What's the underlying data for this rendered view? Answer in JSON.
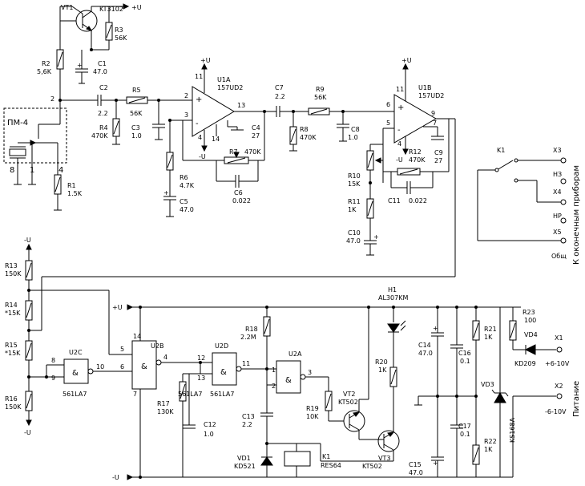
{
  "transistors": {
    "vt1": {
      "ref": "VT1",
      "type": "KT3102"
    },
    "vt2": {
      "ref": "VT2",
      "type": "KT502"
    },
    "vt3": {
      "ref": "VT3",
      "type": "KT502"
    }
  },
  "resistors": {
    "r1": {
      "ref": "R1",
      "value": "1.5K"
    },
    "r2": {
      "ref": "R2",
      "value": "5,6K"
    },
    "r3": {
      "ref": "R3",
      "value": "56K"
    },
    "r4": {
      "ref": "R4",
      "value": "470K"
    },
    "r5": {
      "ref": "R5",
      "value": "56K"
    },
    "r6": {
      "ref": "R6",
      "value": "4.7K"
    },
    "r7": {
      "ref": "R7",
      "value": "470K"
    },
    "r8": {
      "ref": "R8",
      "value": "470K"
    },
    "r9": {
      "ref": "R9",
      "value": "56K"
    },
    "r10": {
      "ref": "R10",
      "value": "15K"
    },
    "r11": {
      "ref": "R11",
      "value": "1K"
    },
    "r12": {
      "ref": "R12",
      "value": "470K"
    },
    "r13": {
      "ref": "R13",
      "value": "150K"
    },
    "r14": {
      "ref": "R14",
      "value": "*15K"
    },
    "r15": {
      "ref": "R15",
      "value": "*15K"
    },
    "r16": {
      "ref": "R16",
      "value": "150K"
    },
    "r17": {
      "ref": "R17",
      "value": "130K"
    },
    "r18": {
      "ref": "R18",
      "value": "2.2M"
    },
    "r19": {
      "ref": "R19",
      "value": "10K"
    },
    "r20": {
      "ref": "R20",
      "value": "1K"
    },
    "r21": {
      "ref": "R21",
      "value": "1K"
    },
    "r22": {
      "ref": "R22",
      "value": "1K"
    },
    "r23": {
      "ref": "R23",
      "value": "100"
    }
  },
  "capacitors": {
    "c1": {
      "ref": "C1",
      "value": "47.0"
    },
    "c2": {
      "ref": "C2",
      "value": "2.2"
    },
    "c3": {
      "ref": "C3",
      "value": "1.0"
    },
    "c4": {
      "ref": "C4",
      "value": "27"
    },
    "c5": {
      "ref": "C5",
      "value": "47.0"
    },
    "c6": {
      "ref": "C6",
      "value": "0.022"
    },
    "c7": {
      "ref": "C7",
      "value": "2.2"
    },
    "c8": {
      "ref": "C8",
      "value": "1.0"
    },
    "c9": {
      "ref": "C9",
      "value": "27"
    },
    "c10": {
      "ref": "C10",
      "value": "47.0"
    },
    "c11": {
      "ref": "C11",
      "value": "0.022"
    },
    "c12": {
      "ref": "C12",
      "value": "1.0"
    },
    "c13": {
      "ref": "C13",
      "value": "2.2"
    },
    "c14": {
      "ref": "C14",
      "value": "47.0"
    },
    "c15": {
      "ref": "C15",
      "value": "47.0"
    },
    "c16": {
      "ref": "C16",
      "value": "0.1"
    },
    "c17": {
      "ref": "C17",
      "value": "0.1"
    }
  },
  "opamps": {
    "u1a": {
      "ref": "U1A",
      "type": "157UD2",
      "pins": {
        "in_plus": "2",
        "in_minus": "3",
        "out": "13",
        "vp": "11",
        "vn": "4",
        "corr": "14"
      }
    },
    "u1b": {
      "ref": "U1B",
      "type": "157UD2",
      "pins": {
        "in_plus": "6",
        "in_minus": "5",
        "out": "9",
        "vp": "11",
        "vn": "4",
        "corr": "7"
      }
    }
  },
  "gates": {
    "u2a": {
      "ref": "U2A",
      "pins": {
        "a": "1",
        "b": "2",
        "y": "3"
      }
    },
    "u2b": {
      "ref": "U2B",
      "pins": {
        "a": "5",
        "b": "6",
        "y": "4",
        "vcc": "14",
        "gnd": "7"
      }
    },
    "u2c": {
      "ref": "U2C",
      "type": "561LA7",
      "pins": {
        "a": "8",
        "b": "9",
        "y": "10"
      }
    },
    "u2d": {
      "ref": "U2D",
      "type": "561LA7",
      "pins": {
        "a": "12",
        "b": "13",
        "y": "11"
      }
    },
    "u2b_type": "561LA7",
    "and_symbol": "&"
  },
  "diodes": {
    "vd1": {
      "ref": "VD1",
      "type": "KD521"
    },
    "vd3": {
      "ref": "VD3",
      "type": "KS168A"
    },
    "vd4": {
      "ref": "VD4",
      "type": "KD209"
    }
  },
  "led": {
    "ref": "H1",
    "type": "AL307KM"
  },
  "relay": {
    "ref": "K1",
    "type": "RES64"
  },
  "switch_ref": "K1",
  "sensor": {
    "label": "ПМ-4",
    "pins": {
      "p2": "2",
      "p8": "8",
      "p1": "1",
      "p4": "4"
    }
  },
  "rails": {
    "pos": "+U",
    "neg": "-U"
  },
  "connectors": {
    "x1": {
      "ref": "X1",
      "label": "+6-10V"
    },
    "x2": {
      "ref": "X2",
      "label": "-6-10V"
    },
    "x3": {
      "ref": "X3",
      "label": ""
    },
    "nz": "НЗ",
    "x4": {
      "ref": "X4",
      "label": ""
    },
    "nr": "НР",
    "x5": {
      "ref": "X5",
      "label": ""
    },
    "common": "Общ"
  },
  "side_labels": {
    "devices": "К оконечным приборам",
    "power": "Питание"
  }
}
